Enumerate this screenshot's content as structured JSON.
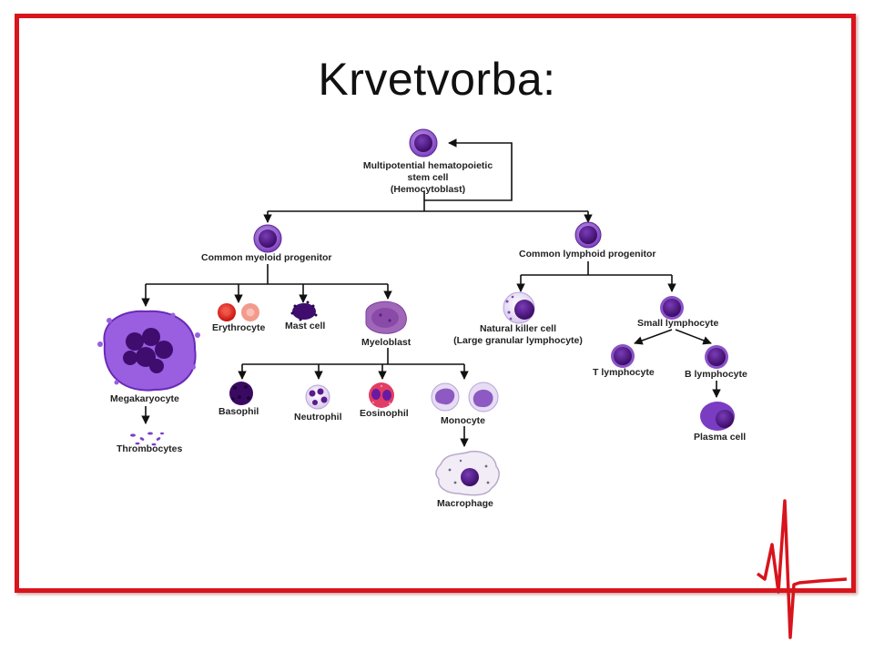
{
  "title": "Krvetvorba:",
  "nodes": {
    "stem_cell": [
      "Multipotential hematopoietic",
      "stem cell",
      "(Hemocytoblast)"
    ],
    "myeloid": "Common myeloid progenitor",
    "lymphoid": "Common lymphoid progenitor",
    "erythrocyte": "Erythrocyte",
    "mast_cell": "Mast cell",
    "myeloblast": "Myeloblast",
    "megakaryocyte": "Megakaryocyte",
    "thrombocytes": "Thrombocytes",
    "basophil": "Basophil",
    "neutrophil": "Neutrophil",
    "eosinophil": "Eosinophil",
    "monocyte": "Monocyte",
    "macrophage": "Macrophage",
    "nk_cell": [
      "Natural killer cell",
      "(Large granular lymphocyte)"
    ],
    "small_lymphocyte": "Small lymphocyte",
    "t_lymphocyte": "T lymphocyte",
    "b_lymphocyte": "B lymphocyte",
    "plasma_cell": "Plasma cell"
  },
  "colors": {
    "frame": "#d8141c",
    "cell_nucleus": "#4a0f7a",
    "cell_body": "#8a4fc8",
    "erythrocyte": "#e0201e"
  }
}
